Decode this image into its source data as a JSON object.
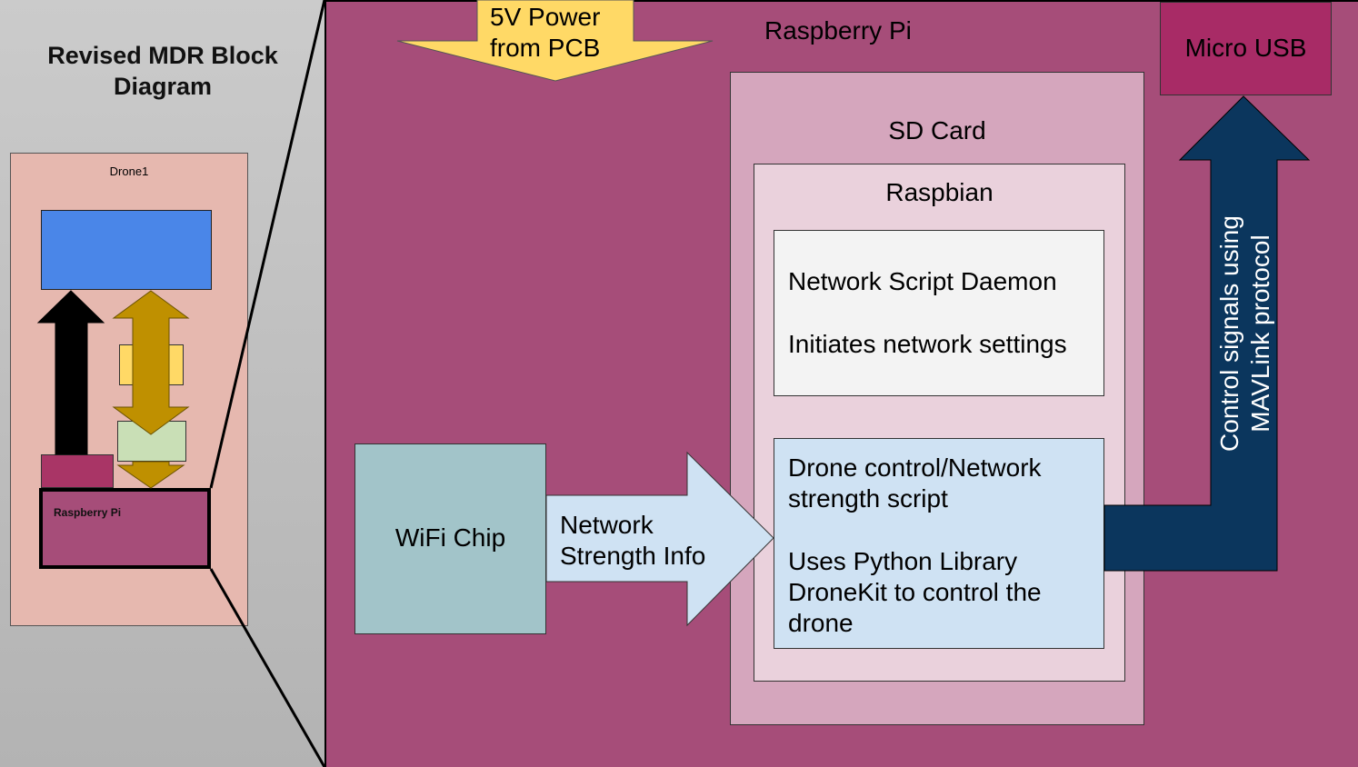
{
  "left_panel": {
    "title": "Revised MDR Block Diagram",
    "drone_label": "Drone1",
    "rpi_label": "Raspberry Pi"
  },
  "main": {
    "rpi_label": "Raspberry Pi",
    "power_label": "5V Power from PCB",
    "usb_label": "Micro USB",
    "sd_label": "SD Card",
    "raspbian_label": "Raspbian",
    "daemon_title": "Network Script Daemon",
    "daemon_desc": "Initiates network settings",
    "script_title": "Drone control/Network strength script",
    "script_desc": "Uses Python Library DroneKit to control the drone",
    "wifi_label": "WiFi Chip",
    "network_label": "Network Strength Info",
    "control_label": "Control signals using MAVLink protocol"
  },
  "colors": {
    "rpi": "#a64d79",
    "usb": "#a82b66",
    "sd": "#d5a6bd",
    "raspbian": "#ead1dc",
    "daemon": "#f3f3f3",
    "script": "#cfe2f3",
    "wifi": "#a2c4c9",
    "power_arrow": "#ffd966",
    "control_arrow": "#0b365d",
    "mini_blue": "#4a86e8",
    "mini_gold": "#bf9000",
    "drone_bg": "#e6b8af"
  }
}
